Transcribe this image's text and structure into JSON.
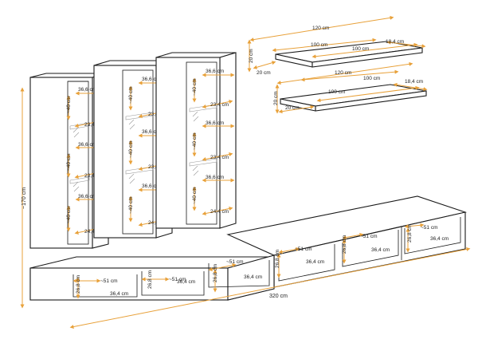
{
  "colors": {
    "outline": "#1a1a1a",
    "dimension": "#e8a13a",
    "background": "#ffffff"
  },
  "overall": {
    "height": "~170 cm",
    "width": "320 cm"
  },
  "shelf_top": {
    "length": "120 cm",
    "inner": "100 cm",
    "inner2": "100 cm",
    "depth": "18,4 cm",
    "height": "20 cm",
    "front": "20 cm"
  },
  "shelf_bottom": {
    "length": "120 cm",
    "inner": "100 cm",
    "inner2": "100 cm",
    "depth": "18,4 cm",
    "height": "20 cm",
    "front": "20 cm"
  },
  "cabinet_labels": {
    "width": "36,6 cm",
    "depth_mid": "23,4 cm",
    "depth_low": "24,4 cm",
    "height": "~40 cm"
  },
  "lowboard_labels": {
    "width": "~51 cm",
    "height": "26,8 cm",
    "depth": "36,4 cm"
  }
}
